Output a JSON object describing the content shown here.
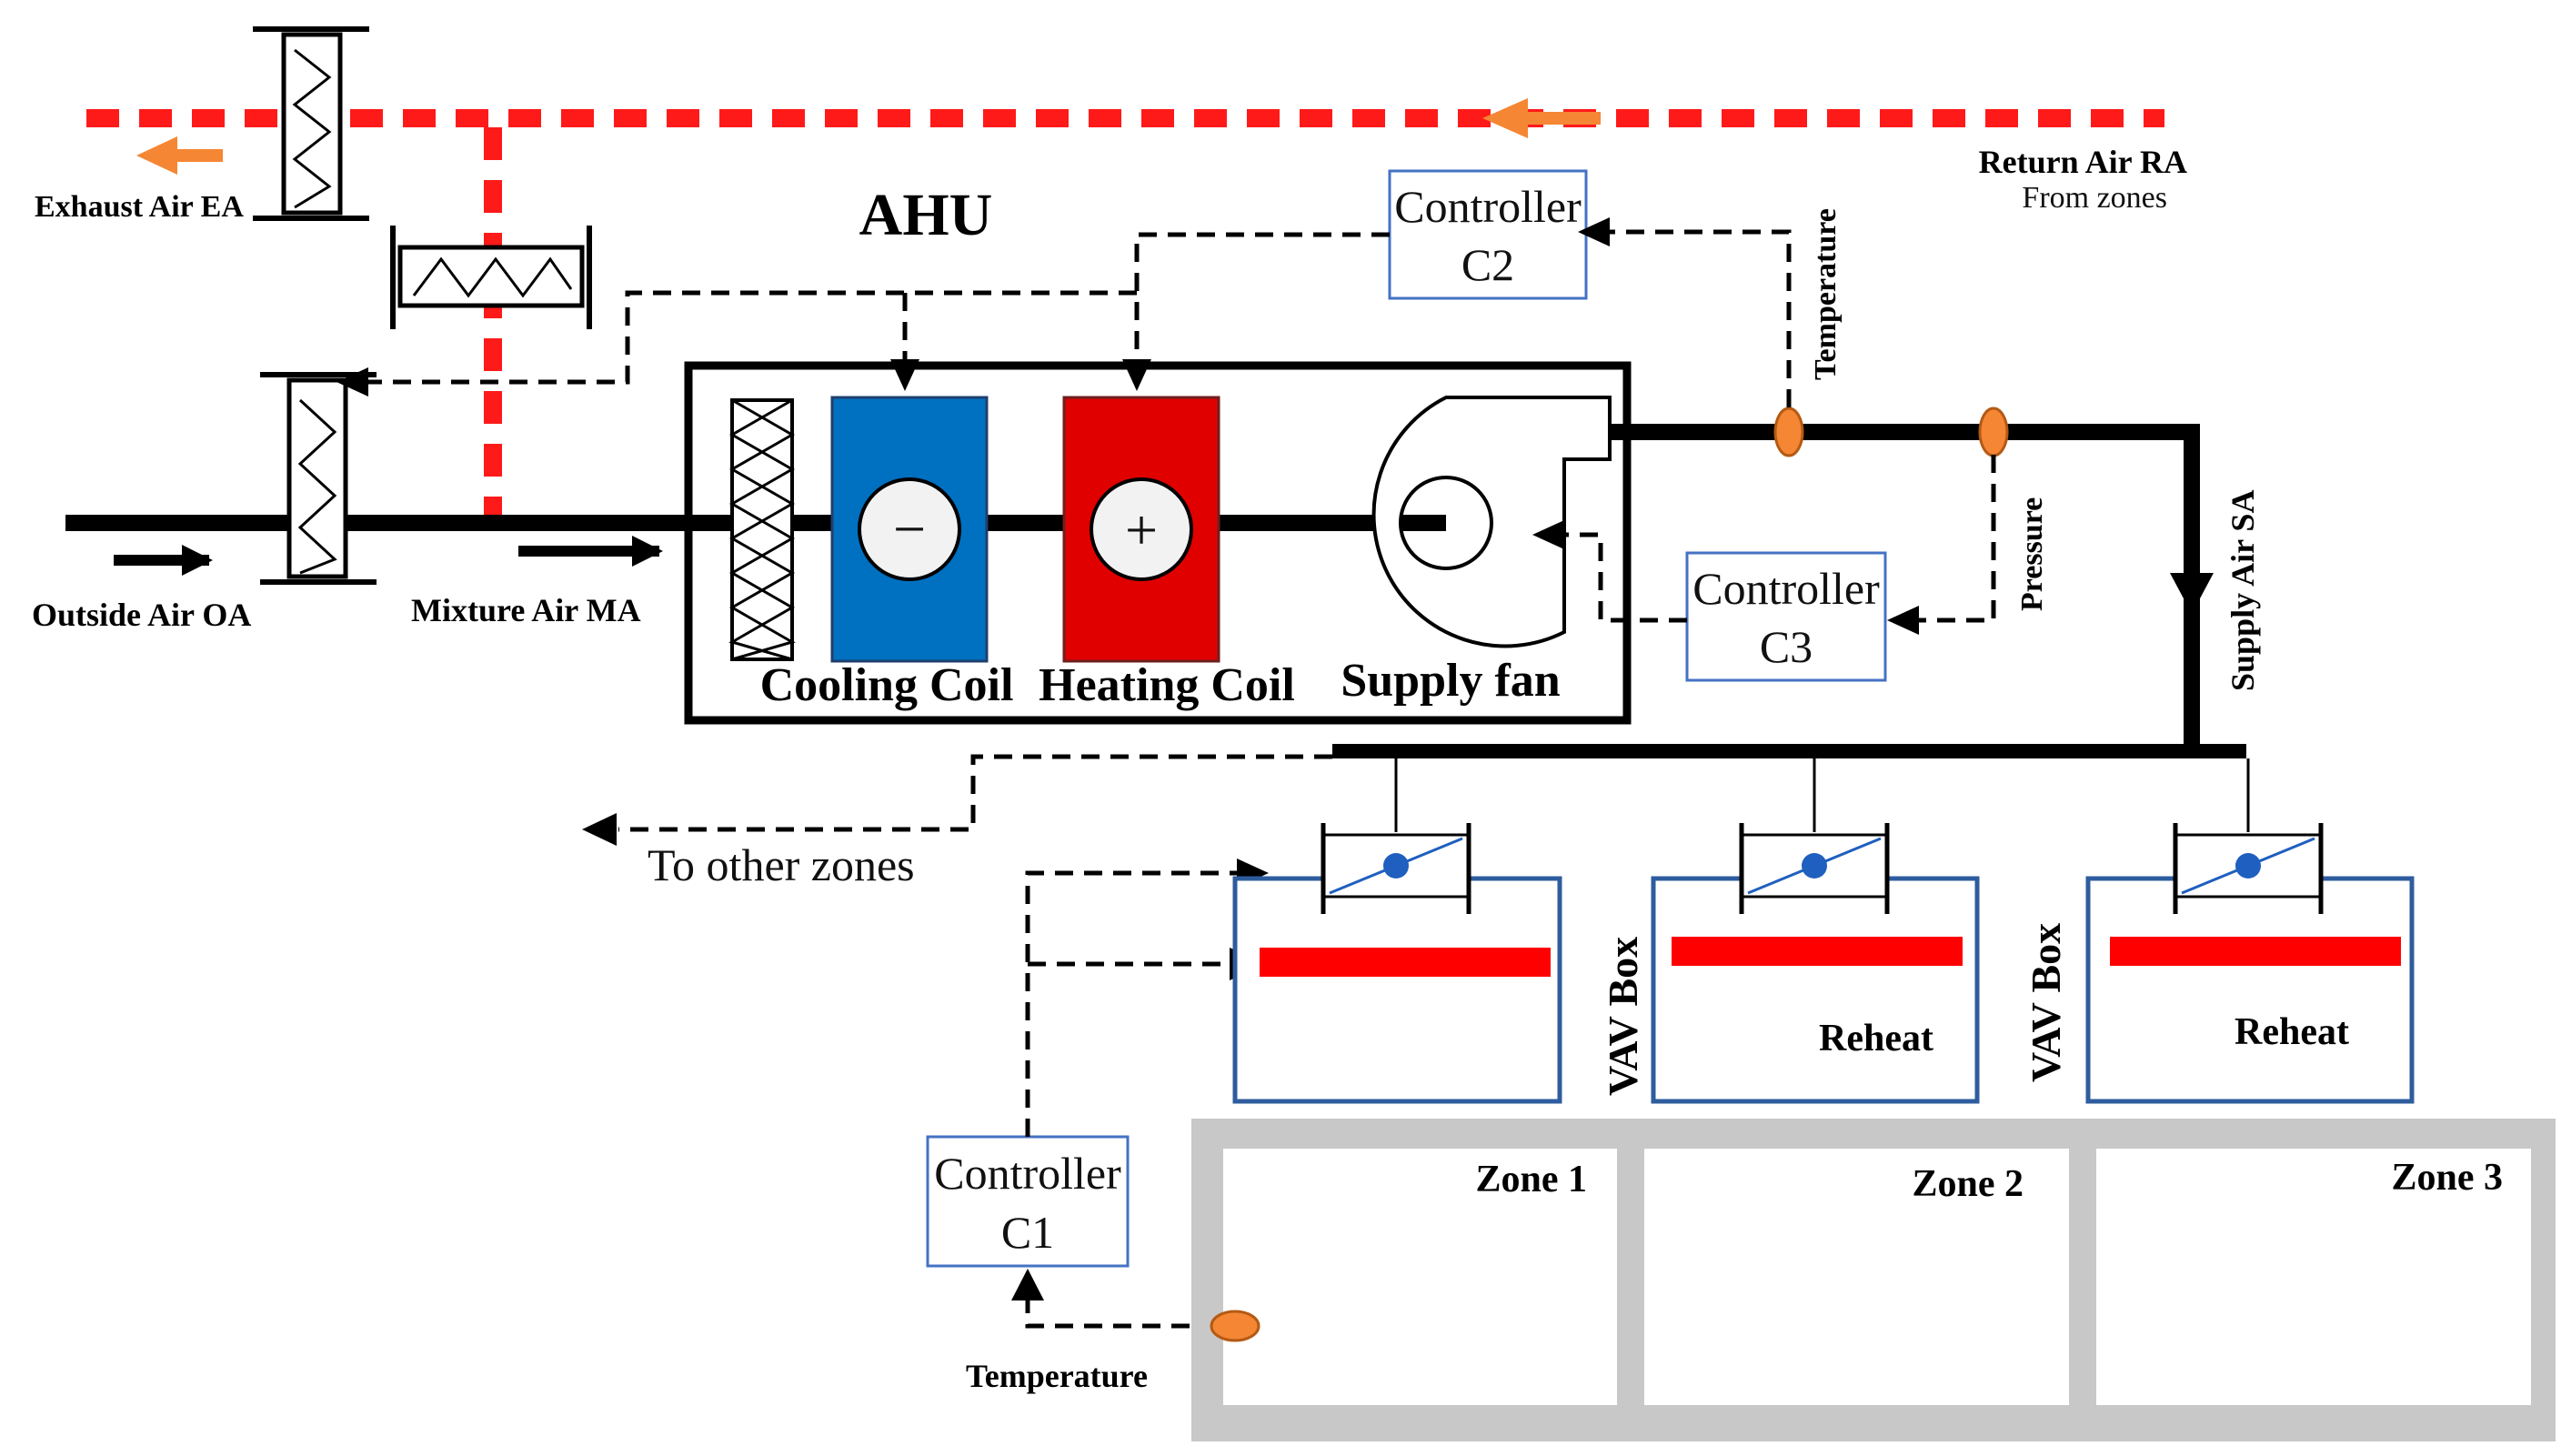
{
  "title": "AHU",
  "labels": {
    "exhaust_air": "Exhaust Air EA",
    "return_air": "Return Air RA",
    "return_air_sub": "From zones",
    "outside_air": "Outside Air OA",
    "mixture_air": "Mixture Air MA",
    "supply_air": "Supply Air SA",
    "to_other_zones": "To other zones",
    "temperature_top": "Temperature",
    "pressure": "Pressure",
    "temperature_bottom": "Temperature"
  },
  "components": {
    "cooling_coil": "Cooling Coil",
    "heating_coil": "Heating Coil",
    "supply_fan": "Supply fan",
    "cooling_symbol": "−",
    "heating_symbol": "+"
  },
  "controllers": {
    "c1": {
      "line1": "Controller",
      "line2": "C1"
    },
    "c2": {
      "line1": "Controller",
      "line2": "C2"
    },
    "c3": {
      "line1": "Controller",
      "line2": "C3"
    }
  },
  "vav": {
    "box_label": "VAV Box",
    "reheat_label": "Reheat"
  },
  "zones": [
    "Zone 1",
    "Zone 2",
    "Zone 3"
  ],
  "colors": {
    "return_duct": "#ff1a1a",
    "arrow_orange": "#f58634",
    "cooling_coil": "#0070c0",
    "heating_coil": "#e00000",
    "controller_border": "#4472c4",
    "vav_border": "#2e5c9e",
    "sensor": "#f58634",
    "damper_dot": "#1f5fbf",
    "zone_wall": "#c8c8c8",
    "reheat_bar": "#ff0000"
  }
}
